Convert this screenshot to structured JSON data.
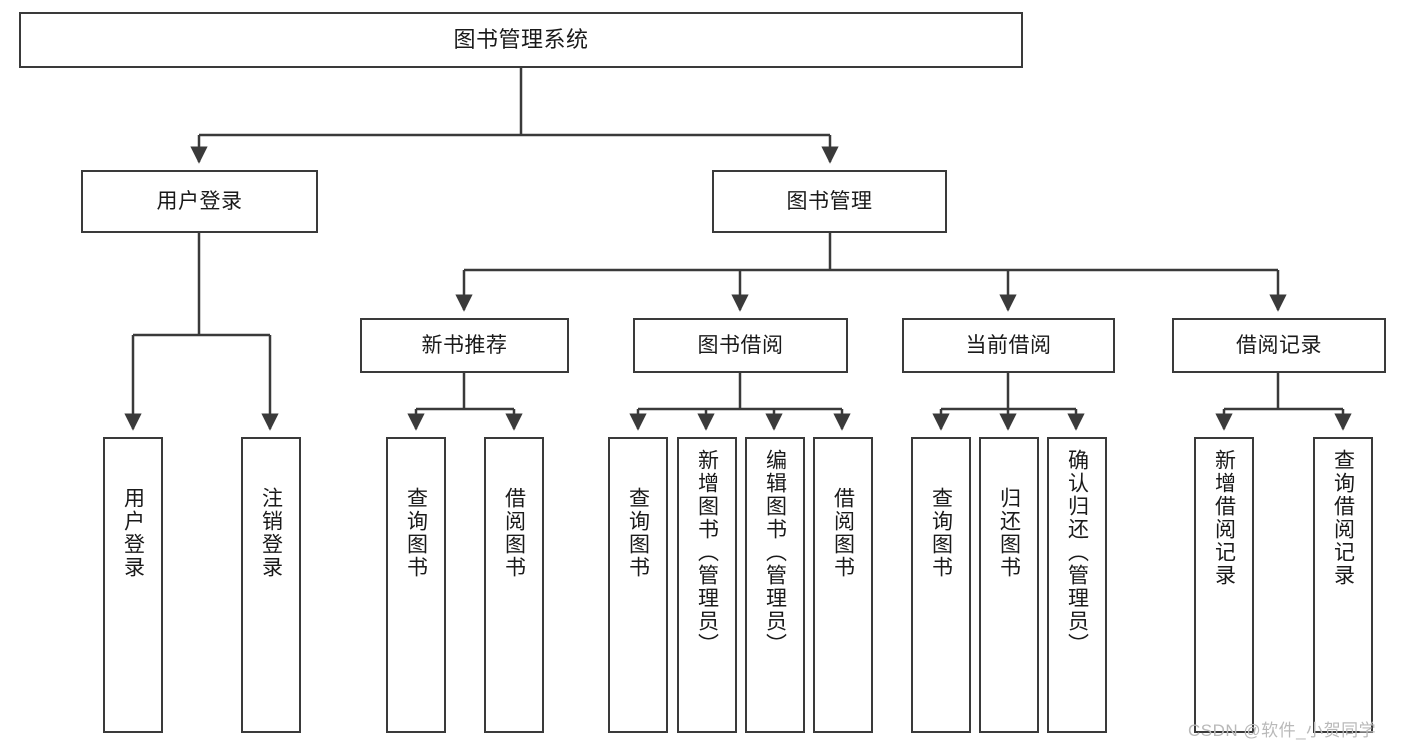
{
  "diagram": {
    "title": "图书管理系统",
    "type": "功能结构图",
    "watermark": "CSDN @软件_小贺同学",
    "colors": {
      "stroke": "#3a3a3a",
      "fill": "#ffffff",
      "text": "#1a1a1a",
      "watermark": "#b9b9b9"
    },
    "nodes": {
      "root": {
        "label": "图书管理系统"
      },
      "level1": [
        {
          "label": "用户登录"
        },
        {
          "label": "图书管理"
        }
      ],
      "level2": [
        {
          "label": "新书推荐"
        },
        {
          "label": "图书借阅"
        },
        {
          "label": "当前借阅"
        },
        {
          "label": "借阅记录"
        }
      ],
      "leaves": {
        "user_login": [
          {
            "label": "用户登录"
          },
          {
            "label": "注销登录"
          }
        ],
        "new_book": [
          {
            "label": "查询图书"
          },
          {
            "label": "借阅图书"
          }
        ],
        "book_borrow": [
          {
            "label": "查询图书"
          },
          {
            "label": "新增图书（管理员）"
          },
          {
            "label": "编辑图书（管理员）"
          },
          {
            "label": "借阅图书"
          }
        ],
        "current_borrow": [
          {
            "label": "查询图书"
          },
          {
            "label": "归还图书"
          },
          {
            "label": "确认归还（管理员）"
          }
        ],
        "borrow_record": [
          {
            "label": "新增借阅记录"
          },
          {
            "label": "查询借阅记录"
          }
        ]
      }
    }
  }
}
